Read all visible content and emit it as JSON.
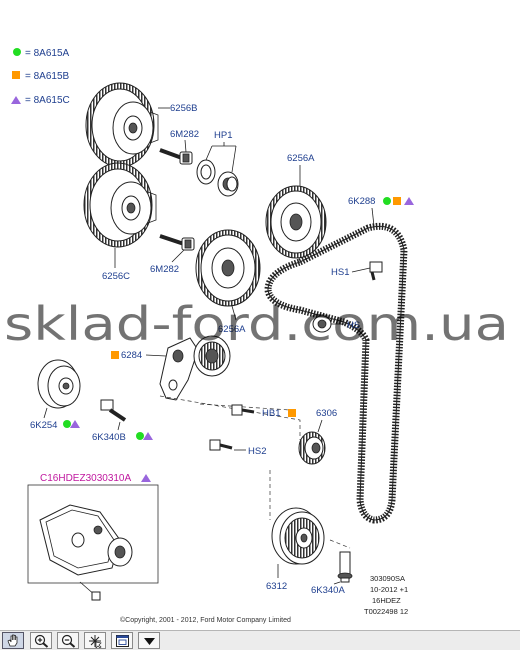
{
  "legend": [
    {
      "symbol": "circle",
      "color": "#22dd22",
      "text": "= 8A615A"
    },
    {
      "symbol": "square",
      "color": "#ff9900",
      "text": "= 8A615B"
    },
    {
      "symbol": "triangle",
      "color": "#9966dd",
      "text": "= 8A615C"
    }
  ],
  "labels": {
    "l6256b": "6256B",
    "l6m282a": "6M282",
    "lhp1": "HP1",
    "l6256a_top": "6256A",
    "l6256c": "6256C",
    "l6m282b": "6M282",
    "l6k288": "6K288",
    "lhs1": "HS1",
    "lhs": "HS",
    "l6256a_mid": "6256A",
    "l6284": "6284",
    "l6k254": "6K254",
    "l6k340b": "6K340B",
    "lhb1": "HB1",
    "l6306": "6306",
    "lhs2": "HS2",
    "l6312": "6312",
    "l6k340a": "6K340A"
  },
  "engine_code": "C16HDEZ3030310A",
  "reference": [
    "303090SA",
    "10-2012 +1",
    "16HDEZ",
    "T0022498 12"
  ],
  "copyright": "©Copyright, 2001 - 2012, Ford Motor Company Limited",
  "watermark": "sklad-ford.com.ua",
  "toolbar": {
    "buttons": [
      {
        "name": "pan-tool-button",
        "icon": "hand-icon"
      },
      {
        "name": "zoom-in-button",
        "icon": "zoom-in-icon"
      },
      {
        "name": "zoom-out-button",
        "icon": "zoom-out-icon"
      },
      {
        "name": "select-tool-button",
        "icon": "cursor-star-icon"
      },
      {
        "name": "fit-window-button",
        "icon": "fit-window-icon"
      },
      {
        "name": "menu-dropdown-button",
        "icon": "triangle-down-icon"
      }
    ]
  }
}
